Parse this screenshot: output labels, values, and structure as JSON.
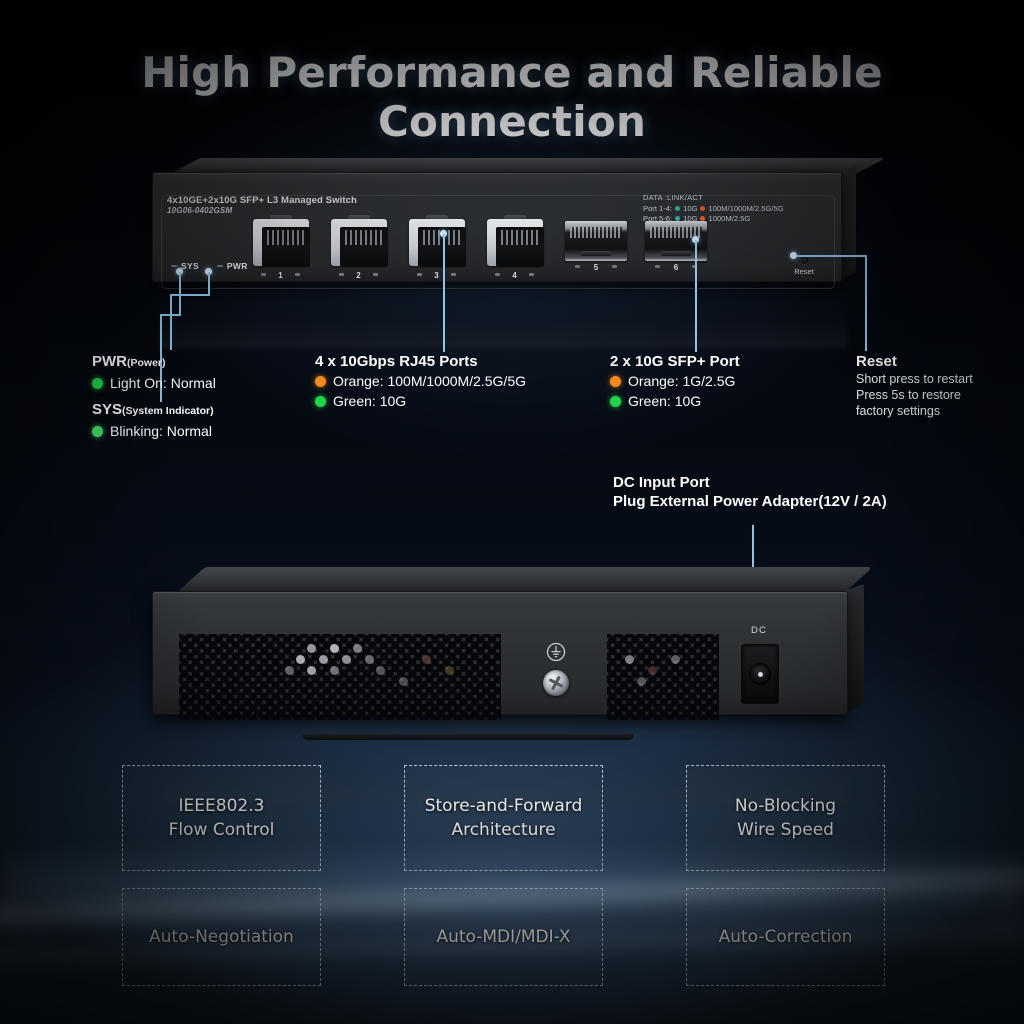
{
  "title": "High Performance and Reliable Connection",
  "device_front": {
    "model_line": "4x10GE+2x10G SFP+ L3 Managed Switch",
    "sku": "10G06-0402GSM",
    "legend": {
      "heading": "DATA :LINK/ACT",
      "rows": [
        {
          "ports": "Port 1-4:",
          "green_dot": "#2fb8a8",
          "green_label": "10G",
          "orange_dot": "#f0622a",
          "orange_label": "100M/1000M/2.5G/5G"
        },
        {
          "ports": "Port 5-6:",
          "green_dot": "#2fb8a8",
          "green_label": "10G",
          "orange_dot": "#f0622a",
          "orange_label": "1000M/2.5G"
        }
      ]
    },
    "indicators": [
      {
        "label": "SYS"
      },
      {
        "label": "PWR"
      }
    ],
    "rj45_ports": [
      "1",
      "2",
      "3",
      "4"
    ],
    "sfp_ports": [
      "5",
      "6"
    ],
    "reset_label": "Reset"
  },
  "device_rear": {
    "dc_label": "DC"
  },
  "callouts": {
    "pwr": {
      "title": "PWR",
      "title_paren": "(Power)",
      "line": "Light  On: Normal",
      "bullet_color": "#22d44a"
    },
    "sys": {
      "title": "SYS",
      "title_paren": "(System Indicator)",
      "line": "Blinking: Normal",
      "bullet_color": "#49e06b"
    },
    "rj45": {
      "title": "4 x 10Gbps RJ45 Ports",
      "lines": [
        {
          "text": "Orange: 100M/1000M/2.5G/5G",
          "color": "#f08a1e"
        },
        {
          "text": "Green: 10G",
          "color": "#22d44a"
        }
      ]
    },
    "sfp": {
      "title": "2 x 10G SFP+ Port",
      "lines": [
        {
          "text": "Orange: 1G/2.5G",
          "color": "#f08a1e"
        },
        {
          "text": "Green: 10G",
          "color": "#22d44a"
        }
      ]
    },
    "reset": {
      "title": "Reset",
      "lines": [
        "Short press to restart",
        "Press 5s to restore",
        "factory settings"
      ]
    },
    "dc": {
      "title": "DC Input Port",
      "subtitle": "Plug External Power Adapter(12V / 2A)"
    }
  },
  "features": [
    {
      "line1": "IEEE802.3",
      "line2": "Flow Control"
    },
    {
      "line1": "Store-and-Forward",
      "line2": "Architecture"
    },
    {
      "line1": "No-Blocking",
      "line2": "Wire Speed"
    },
    {
      "line1": "Auto-Negotiation",
      "line2": ""
    },
    {
      "line1": "Auto-MDI/MDI-X",
      "line2": ""
    },
    {
      "line1": "Auto-Correction",
      "line2": ""
    }
  ],
  "theme": {
    "accent_line": "#8fc4e8",
    "green": "#22d44a",
    "orange": "#f08a1e"
  }
}
